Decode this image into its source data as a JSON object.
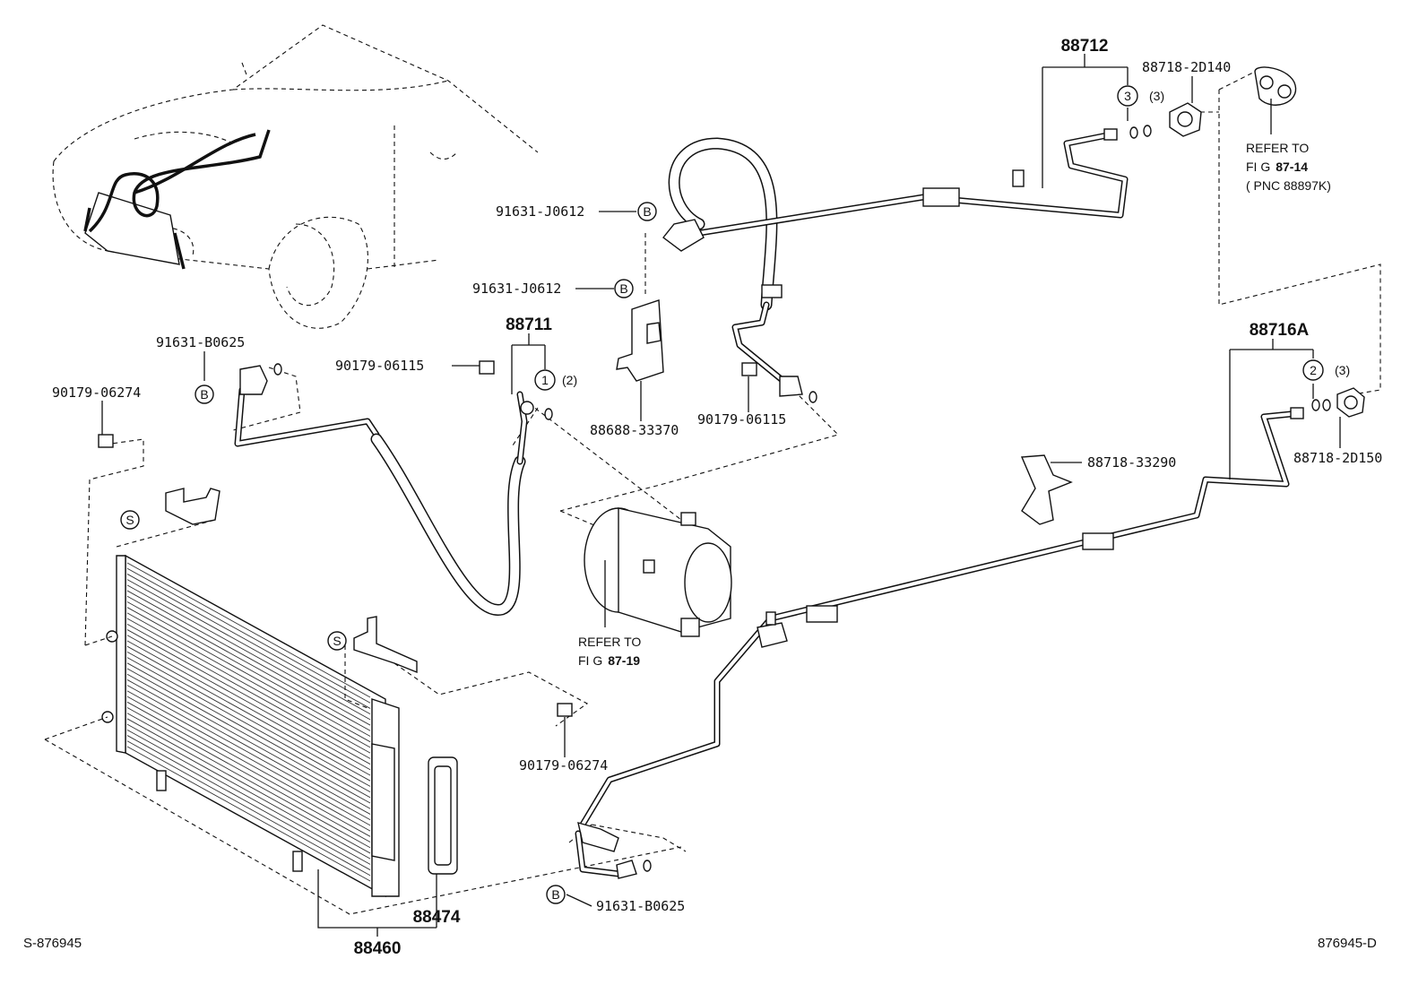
{
  "diagram": {
    "group_labels": {
      "p88712": "88712",
      "p88711": "88711",
      "p88716a": "88716A",
      "p88460": "88460",
      "p88474": "88474"
    },
    "labels": {
      "l88718_2d140": "88718-2D140",
      "l91631_j0612_a": "91631-J0612",
      "l91631_j0612_b": "91631-J0612",
      "l91631_b0625_a": "91631-B0625",
      "l90179_06274_a": "90179-06274",
      "l90179_06115_a": "90179-06115",
      "l88688_33370": "88688-33370",
      "l90179_06115_b": "90179-06115",
      "l88718_33290": "88718-33290",
      "l88718_2d150": "88718-2D150",
      "l90179_06274_b": "90179-06274",
      "l91631_b0625_b": "91631-B0625"
    },
    "callouts": {
      "c3_num": "3",
      "c3_qty": "(3)",
      "c2_num": "2",
      "c2_qty": "(3)",
      "c1_num": "1",
      "c1_qty": "(2)",
      "b_mark": "B",
      "s_mark": "S"
    },
    "refer_compressor": {
      "line1": "REFER TO",
      "fig_prefix": "FI G",
      "fig_num": "87-19"
    },
    "refer_grommet": {
      "line1": "REFER TO",
      "fig_prefix": "FI G",
      "fig_num": "87-14",
      "pnc": "( PNC 88897K)"
    },
    "footer": {
      "left": "S-876945",
      "right": "876945-D"
    }
  }
}
